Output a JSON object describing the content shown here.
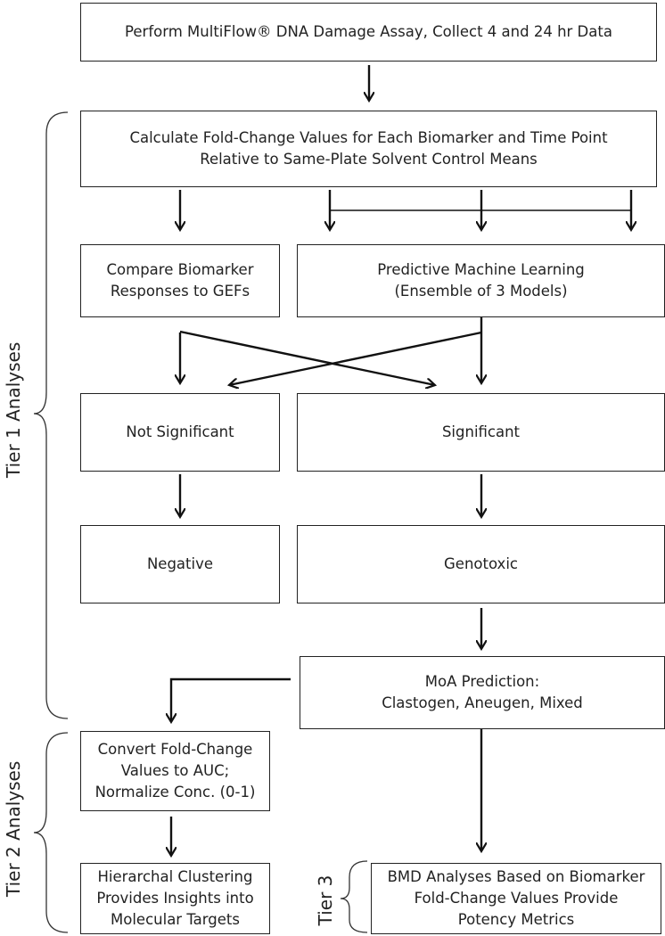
{
  "boxes": {
    "perform": [
      "Perform MultiFlow® DNA Damage Assay, Collect 4 and 24 hr Data"
    ],
    "calculate": [
      "Calculate Fold-Change Values for Each Biomarker and Time Point",
      "Relative to Same-Plate Solvent Control Means"
    ],
    "compare": [
      "Compare Biomarker",
      "Responses to GEFs"
    ],
    "predictive": [
      "Predictive Machine Learning",
      "(Ensemble of 3 Models)"
    ],
    "not_significant": [
      "Not Significant"
    ],
    "significant": [
      "Significant"
    ],
    "negative": [
      "Negative"
    ],
    "genotoxic": [
      "Genotoxic"
    ],
    "moa": [
      "MoA Prediction:",
      "Clastogen, Aneugen, Mixed"
    ],
    "convert": [
      "Convert Fold-Change",
      "Values to AUC;",
      "Normalize Conc. (0-1)"
    ],
    "hierarchal": [
      "Hierarchal Clustering",
      "Provides Insights into",
      "Molecular Targets"
    ],
    "bmd": [
      "BMD Analyses Based on Biomarker",
      "Fold-Change Values Provide",
      "Potency Metrics"
    ]
  },
  "tiers": {
    "tier1": "Tier 1 Analyses",
    "tier2": "Tier 2 Analyses",
    "tier3": "Tier 3"
  }
}
